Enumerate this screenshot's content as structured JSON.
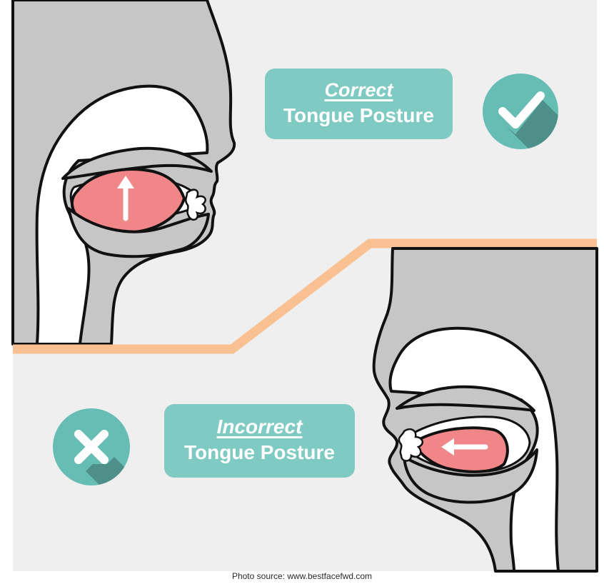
{
  "correct": {
    "keyword": "Correct",
    "subtitle": "Tongue Posture",
    "icon": "checkmark-icon"
  },
  "incorrect": {
    "keyword": "Incorrect",
    "subtitle": "Tongue Posture",
    "icon": "x-icon"
  },
  "credit": "Photo source: www.bestfacefwd.com",
  "colors": {
    "background": "#efefef",
    "head_gray": "#c6c6c6",
    "tongue": "#f08688",
    "label_teal": "#7fcac2",
    "circle_teal": "#66bdb4",
    "shadow_teal": "#4f8f89",
    "divider_orange": "#f9c092"
  }
}
